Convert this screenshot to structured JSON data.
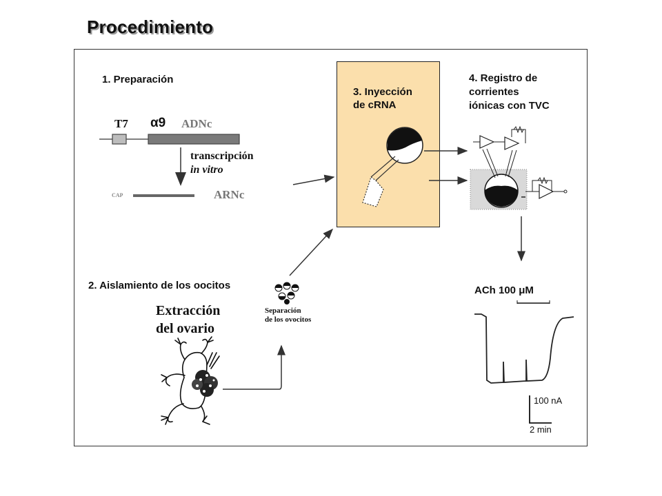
{
  "title": "Procedimiento",
  "step1": {
    "label": "1. Preparación",
    "promoter": "T7",
    "gene": "α9",
    "dna": "ADNc",
    "transcription_line1": "transcripción",
    "transcription_line2": "in vitro",
    "cap": "CAP",
    "rna": "ARNc"
  },
  "step2": {
    "label": "2. Aislamiento de los oocitos",
    "extraction_line1": "Extracción",
    "extraction_line2": "del ovario",
    "separation_line1": "Separación",
    "separation_line2": "de los ovocitos"
  },
  "step3": {
    "label_line1": "3. Inyección",
    "label_line2": "de cRNA"
  },
  "step4": {
    "label_line1": "4. Registro de",
    "label_line2": "corrientes",
    "label_line3": "iónicas con TVC"
  },
  "trace": {
    "agonist": "ACh 100 μM",
    "scale_current": "100 nA",
    "scale_time": "2 min"
  },
  "colors": {
    "injection_bg": "#fbdfac",
    "frame": "#333333"
  }
}
